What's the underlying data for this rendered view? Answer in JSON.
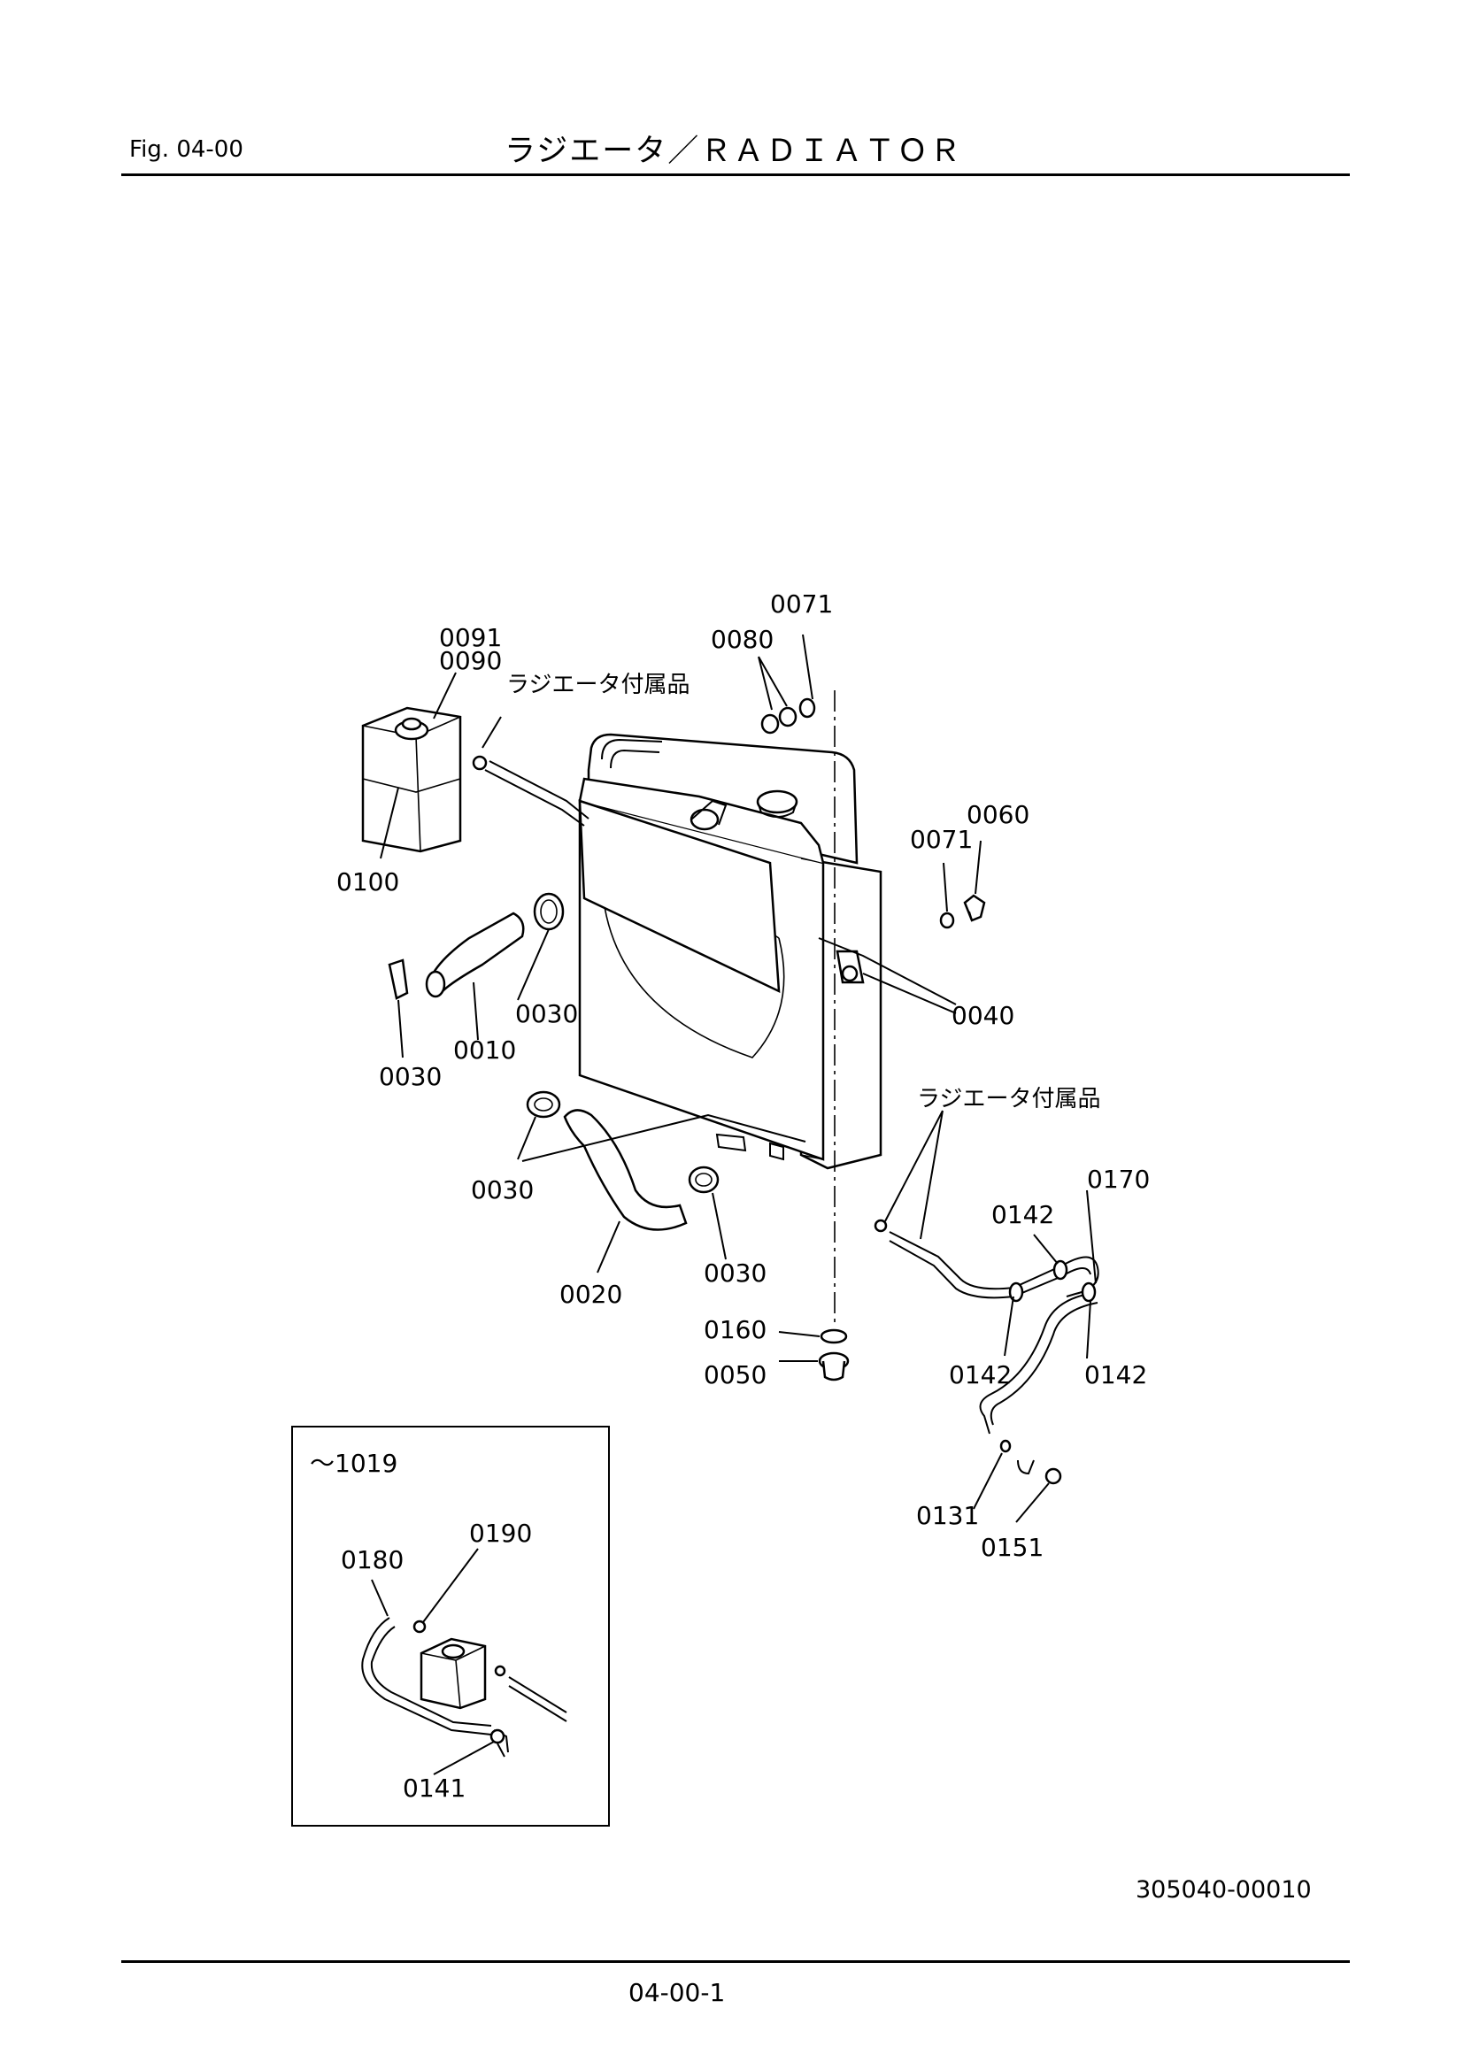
{
  "header": {
    "fig_label": "Fig.  04-00",
    "title": "ラジエータ／ＲＡＤＩＡＴＯＲ"
  },
  "notes": {
    "accessory_a": "ラジエータ付属品",
    "accessory_b": "ラジエータ付属品"
  },
  "inset": {
    "serial_range": "～1019"
  },
  "callouts": {
    "c0071a": "0071",
    "c0080": "0080",
    "c0091": "0091",
    "c0090": "0090",
    "c0100": "0100",
    "c0060": "0060",
    "c0071b": "0071",
    "c0030a": "0030",
    "c0010": "0010",
    "c0030b": "0030",
    "c0040": "0040",
    "c0030c": "0030",
    "c0170": "0170",
    "c0142a": "0142",
    "c0020": "0020",
    "c0030d": "0030",
    "c0160": "0160",
    "c0050": "0050",
    "c0142b": "0142",
    "c0142c": "0142",
    "c0131": "0131",
    "c0151": "0151",
    "c0180": "0180",
    "c0190": "0190",
    "c0141": "0141"
  },
  "footer": {
    "drawing_code": "305040-00010",
    "page": "04-00-1"
  }
}
